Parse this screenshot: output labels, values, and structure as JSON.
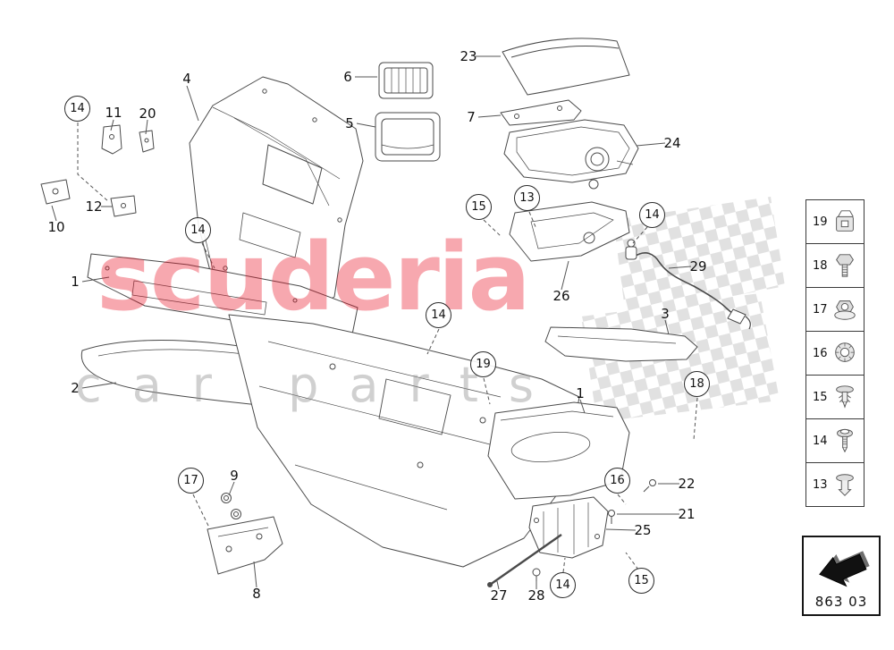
{
  "watermark": {
    "line1": "scuderia",
    "line2": "car parts"
  },
  "code_box": {
    "code": "863 03"
  },
  "sidebar": {
    "items": [
      {
        "label": "19",
        "icon": "spring-nut"
      },
      {
        "label": "18",
        "icon": "hex-bolt"
      },
      {
        "label": "17",
        "icon": "flange-nut"
      },
      {
        "label": "16",
        "icon": "cap-nut"
      },
      {
        "label": "15",
        "icon": "push-clip"
      },
      {
        "label": "14",
        "icon": "screw"
      },
      {
        "label": "13",
        "icon": "rivet"
      }
    ]
  },
  "callouts": {
    "circled": [
      {
        "label": "14"
      },
      {
        "label": "14"
      },
      {
        "label": "15"
      },
      {
        "label": "13"
      },
      {
        "label": "14"
      },
      {
        "label": "14"
      },
      {
        "label": "19"
      },
      {
        "label": "18"
      },
      {
        "label": "17"
      },
      {
        "label": "16"
      },
      {
        "label": "14"
      },
      {
        "label": "15"
      }
    ],
    "plain": [
      {
        "label": "11"
      },
      {
        "label": "20"
      },
      {
        "label": "4"
      },
      {
        "label": "6"
      },
      {
        "label": "5"
      },
      {
        "label": "23"
      },
      {
        "label": "7"
      },
      {
        "label": "24"
      },
      {
        "label": "12"
      },
      {
        "label": "10"
      },
      {
        "label": "1"
      },
      {
        "label": "29"
      },
      {
        "label": "26"
      },
      {
        "label": "3"
      },
      {
        "label": "2"
      },
      {
        "label": "1"
      },
      {
        "label": "22"
      },
      {
        "label": "21"
      },
      {
        "label": "9"
      },
      {
        "label": "25"
      },
      {
        "label": "8"
      },
      {
        "label": "27"
      },
      {
        "label": "28"
      }
    ]
  }
}
